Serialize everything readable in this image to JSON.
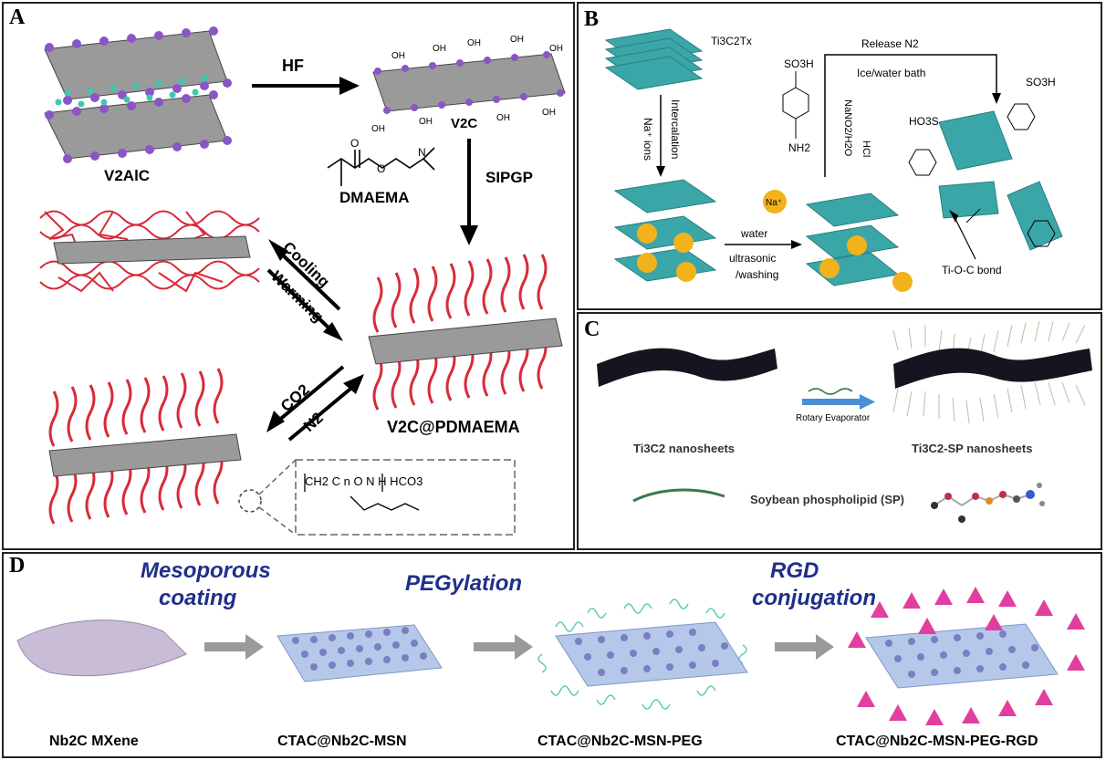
{
  "panels": {
    "a": {
      "label": "A",
      "hf": "HF",
      "v2alc": "V2AlC",
      "v2c": "V2C",
      "oh": "OH",
      "dmaema": "DMAEMA",
      "sipgp": "SIPGP",
      "cooling": "Cooling",
      "warming": "Warming",
      "co2": "CO2",
      "n2": "N2",
      "product": "V2C@PDMAEMA",
      "structure_text": "CH2 C n O N H HCO3"
    },
    "b": {
      "label": "B",
      "ti3c2tx": "Ti3C2Tx",
      "intercalation": "Intercalation",
      "na_ions": "Na⁺ ions",
      "so3h": "SO3H",
      "nh2": "NH2",
      "hcl": "HCl",
      "nano2": "NaNO2/H2O",
      "release": "Release N2",
      "ice": "Ice/water bath",
      "water": "water",
      "ultrasonic": "ultrasonic",
      "washing": "/washing",
      "na": "Na⁺",
      "hso3": "HO3S",
      "tioc": "Ti-O-C bond"
    },
    "c": {
      "label": "C",
      "rotary": "Rotary Evaporator",
      "nanosheets": "Ti3C2 nanosheets",
      "sp_nanosheets": "Ti3C2-SP nanosheets",
      "sp": "Soybean phospholipid (SP)"
    },
    "d": {
      "label": "D",
      "mesoporous": "Mesoporous",
      "coating": "coating",
      "pegylation": "PEGylation",
      "rgd": "RGD",
      "conjugation": "conjugation",
      "nb2c": "Nb2C MXene",
      "ctac_msn": "CTAC@Nb2C-MSN",
      "ctac_peg": "CTAC@Nb2C-MSN-PEG",
      "ctac_rgd": "CTAC@Nb2C-MSN-PEG-RGD"
    }
  },
  "colors": {
    "teal": "#3aa6a8",
    "na": "#f2b21c",
    "polymer": "#d82a3a",
    "vanadium": "#8a55c8",
    "arrow_blue": "#4a8ed6"
  }
}
